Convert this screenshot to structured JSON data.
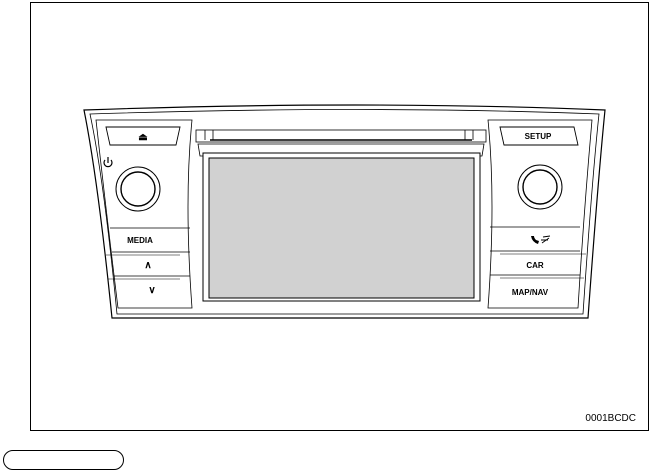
{
  "buttons": {
    "eject": "⏏",
    "setup": "SETUP",
    "media": "MEDIA",
    "up": "∧",
    "down": "∨",
    "car": "CAR",
    "map_nav": "MAP/NAV"
  },
  "icons": {
    "power": "power-icon",
    "phone": "phone-icon"
  },
  "figure_code": "0001BCDC",
  "colors": {
    "screen": "#d1d1d1",
    "outline": "#000000"
  }
}
